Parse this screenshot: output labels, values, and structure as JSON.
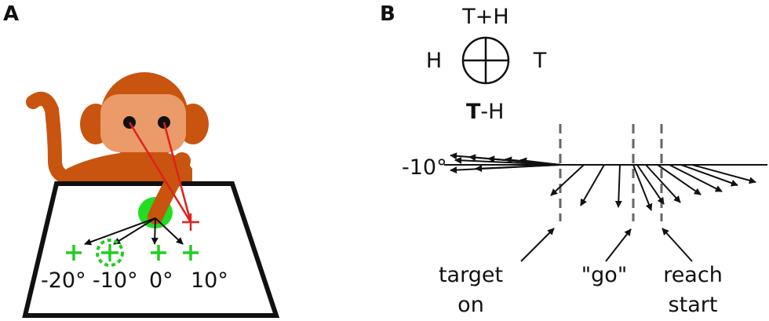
{
  "panel_a": {
    "letter": "A",
    "angle_labels": [
      "-20°",
      "-10°",
      "0°",
      "10°"
    ],
    "colors": {
      "monkey_body": "#c8540f",
      "monkey_face": "#eb9a69",
      "gaze_line": "#e0201c",
      "fixation_cross": "#e0201c",
      "target_cross": "#22cc22",
      "hand_blob": "#22dd22"
    }
  },
  "panel_b": {
    "letter": "B",
    "legend": {
      "top": "T+H",
      "left": "H",
      "right": "T",
      "bottom_bold": "T",
      "bottom_rest": "-H"
    },
    "axis_label": "-10°",
    "events": [
      {
        "line1": "target",
        "line2": "on"
      },
      {
        "line1": "\"go\"",
        "line2": ""
      },
      {
        "line1": "reach",
        "line2": "start"
      }
    ]
  }
}
